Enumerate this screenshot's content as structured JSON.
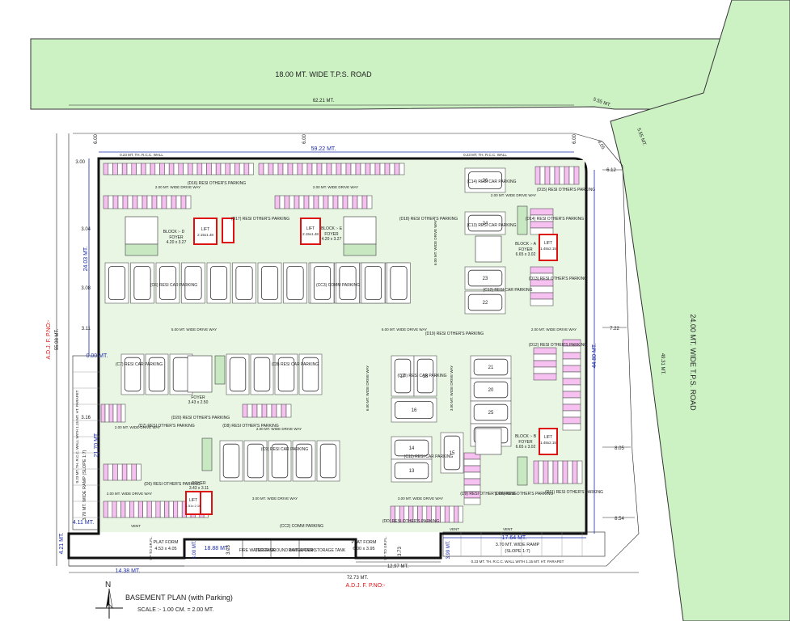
{
  "plan": {
    "title": "BASEMENT PLAN (with Parking)",
    "scale": "SCALE :- 1.00 CM. = 2.00 MT.",
    "north": "N"
  },
  "roads": {
    "top": "18.00 MT. WIDE T.P.S. ROAD",
    "right": "24.00 MT. WIDE T.P.S. ROAD"
  },
  "adjoining": {
    "left": "A.D.J. F. P.NO:-",
    "bottom": "A.D.J. F. P.NO:-"
  },
  "dimensions": {
    "top_road_width": "62.21 MT.",
    "top_overall": "59.22 MT.",
    "bottom_overall": "72.73 MT.",
    "left_overall": "55.98 MT.",
    "left_inner": "24.03 MT.",
    "left_lower": "21.70 MT.",
    "right_inner": "44.80 MT.",
    "right_road": "49.31 MT.",
    "bottom_left": "14.38 MT.",
    "bottom_mid": "18.88 MT.",
    "bottom_right_a": "12.97 MT.",
    "bottom_right_b": "17.64 MT.",
    "corner_a": "5.55 MT.",
    "corner_b": "5.55 MT.",
    "corner_c": "6.05",
    "margin_1": "6.00",
    "margin_2": "6.00",
    "margin_3": "6.00",
    "left_1": "3.00",
    "left_2": "3.04",
    "left_3": "3.08",
    "left_4": "3.11",
    "left_5": "3.16",
    "left_6": "4.11 MT.",
    "left_7": "4.21 MT.",
    "left_8": "0.00 MT.",
    "right_1": "6.12",
    "right_2": "7.22",
    "right_3": "8.05",
    "right_4": "8.54",
    "bottom_v1": "3.00 MT.",
    "bottom_v2": "3.03",
    "bottom_v3": "3.73",
    "bottom_v4": "3.99 MT."
  },
  "labels": {
    "rcc_top": "0.23 MT. TH. R.C.C. WALL",
    "rcc_bottom": "0.23 MT. TH. R.C.C. WALL WITH 1.15 MT. HT. PARAPET",
    "drive_2a": "2.00 MT. WIDE DRIVE WAY",
    "drive_2b": "2.00 MT. WIDE DRIVE WAY",
    "drive_6": "6.00 MT. WIDE DRIVE WAY",
    "drive_5": "5.00 MT. WIDE DRIVE WAY",
    "drive_3": "3.00 MT. WIDE DRIVE WAY",
    "drive_3b": "3.00 MT. WIDE DRIVE WAY",
    "ramp_left": "3.70 MT. WIDE RAMP (SLOPE 1:7)",
    "ramp_right": "3.70 MT. WIDE RAMP",
    "ramp_right_slope": "(SLOPE 1:7)",
    "plat_left": "PLAT FORM",
    "plat_left_dim": "4.53 x 4.05",
    "plat_right": "PLAT FORM",
    "plat_right_dim": "6.00 x 3.95",
    "up_gl_1": "UP TO GR.FL.",
    "up_gl_2": "UP TO GR.FL.",
    "fire_tank": "FIRE WATER TANK",
    "ug_tank": "UNDER GROUND WATER TANK",
    "raw_tank": "RAW WATER STORAGE TANK",
    "vent": "VENT"
  },
  "blocks": [
    {
      "name": "BLOCK :- D",
      "foyer": "FOYER",
      "dim": "4.20 x 3.27",
      "lift": "LIFT",
      "lift_dim": "2.15x1.48"
    },
    {
      "name": "BLOCK :- E",
      "foyer": "FOYER",
      "dim": "4.20 x 3.27",
      "lift": "LIFT",
      "lift_dim": "2.15x1.48"
    },
    {
      "name": "BLOCK :- A",
      "foyer": "FOYER",
      "dim": "6.65 x 3.02",
      "lift": "LIFT",
      "lift_dim": "1.48x2.15"
    },
    {
      "name": "BLOCK :- B",
      "foyer": "FOYER",
      "dim": "6.65 x 3.02",
      "lift": "LIFT",
      "lift_dim": "1.48x2.15"
    },
    {
      "name": "",
      "foyer": "FOYER",
      "dim": "3.43 x 2.50",
      "lift": "",
      "lift_dim": ""
    },
    {
      "name": "",
      "foyer": "FOYER",
      "dim": "3.43 x 3.11",
      "lift": "LIFT",
      "lift_dim": "1.51x 2.16"
    }
  ],
  "zones": [
    "(D16) RESI OTHER'S PARKING",
    "(D17) RESI OTHER'S PARKING",
    "(D18) RESI OTHER'S PARKING",
    "(C6) RESI CAR PARKING",
    "(CC3) COMM PARKING",
    "(C14) RESI CAR PARKING",
    "(D15) RESI OTHER'S PARKING",
    "(C13) RESI CAR PARKING",
    "(D14) RESI OTHER'S PARKING",
    "(C12) RESI CAR PARKING",
    "(D13) RESI OTHER'S PARKING",
    "(C7) RESI CAR PARKING",
    "(C8) RESI CAR PARKING",
    "(D19) RESI OTHER'S PARKING",
    "(C10) RESI CAR PARKING",
    "(D12) RESI OTHER'S PARKING",
    "(D20) RESI OTHER'S PARKING",
    "(D7) RESI OTHER'S PARKING",
    "(D8) RESI OTHER'S PARKING",
    "(C9) RESI CAR PARKING",
    "(C11) RESI CAR PARKING",
    "(D6) RESI OTHER'S PARKING",
    "(D9) RESI OTHER'S PARKING",
    "(D10) RESI OTHER'S PARKING",
    "(D11) RESI OTHER'S PARKING",
    "(CC2) COMM PARKING",
    "(DD) RESI OTHER'S PARKING"
  ],
  "car_numbers": [
    "17",
    "18",
    "16",
    "15",
    "14",
    "13",
    "19",
    "21",
    "20",
    "22",
    "23",
    "24",
    "25",
    "26"
  ]
}
